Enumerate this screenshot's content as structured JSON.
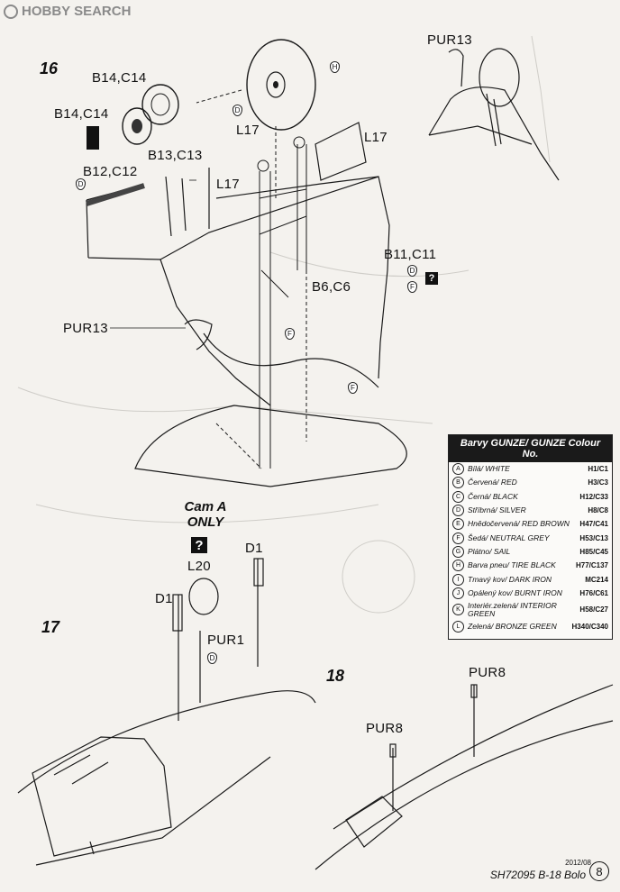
{
  "watermark": "HOBBY SEARCH",
  "steps": {
    "s16": "16",
    "s17": "17",
    "s18": "18"
  },
  "parts": {
    "b14c14_top": "B14,C14",
    "b14c14_left": "B14,C14",
    "b13c13": "B13,C13",
    "b12c12": "B12,C12",
    "l17_a": "L17",
    "l17_b": "L17",
    "l17_c": "L17",
    "b11c11": "B11,C11",
    "b6c6": "B6,C6",
    "pur13_main": "PUR13",
    "pur13_inset": "PUR13",
    "l20": "L20",
    "d1_left": "D1",
    "d1_right": "D1",
    "pur1": "PUR1",
    "pur8_top": "PUR8",
    "pur8_left": "PUR8"
  },
  "cam_note": {
    "line1": "Cam A",
    "line2": "ONLY"
  },
  "question_mark": "?",
  "color_codes": {
    "h": "H",
    "d": "D",
    "f": "F"
  },
  "legend": {
    "title": "Barvy GUNZE/ GUNZE Colour No.",
    "rows": [
      {
        "key": "A",
        "name": "Bílá/ WHITE",
        "code": "H1/C1"
      },
      {
        "key": "B",
        "name": "Červená/ RED",
        "code": "H3/C3"
      },
      {
        "key": "C",
        "name": "Černá/ BLACK",
        "code": "H12/C33"
      },
      {
        "key": "D",
        "name": "Stříbrná/ SILVER",
        "code": "H8/C8"
      },
      {
        "key": "E",
        "name": "Hnědočervená/ RED BROWN",
        "code": "H47/C41"
      },
      {
        "key": "F",
        "name": "Šedá/ NEUTRAL GREY",
        "code": "H53/C13"
      },
      {
        "key": "G",
        "name": "Plátno/ SAIL",
        "code": "H85/C45"
      },
      {
        "key": "H",
        "name": "Barva pneu/ TIRE BLACK",
        "code": "H77/C137"
      },
      {
        "key": "I",
        "name": "Tmavý kov/ DARK IRON",
        "code": "MC214"
      },
      {
        "key": "J",
        "name": "Opálený kov/ BURNT IRON",
        "code": "H76/C61"
      },
      {
        "key": "K",
        "name": "Interiér.zelená/ INTERIOR GREEN",
        "code": "H58/C27"
      },
      {
        "key": "L",
        "name": "Zelená/ BRONZE GREEN",
        "code": "H340/C340"
      }
    ]
  },
  "footer": {
    "date": "2012/08",
    "text": "SH72095 B-18 Bolo",
    "page": "8"
  }
}
